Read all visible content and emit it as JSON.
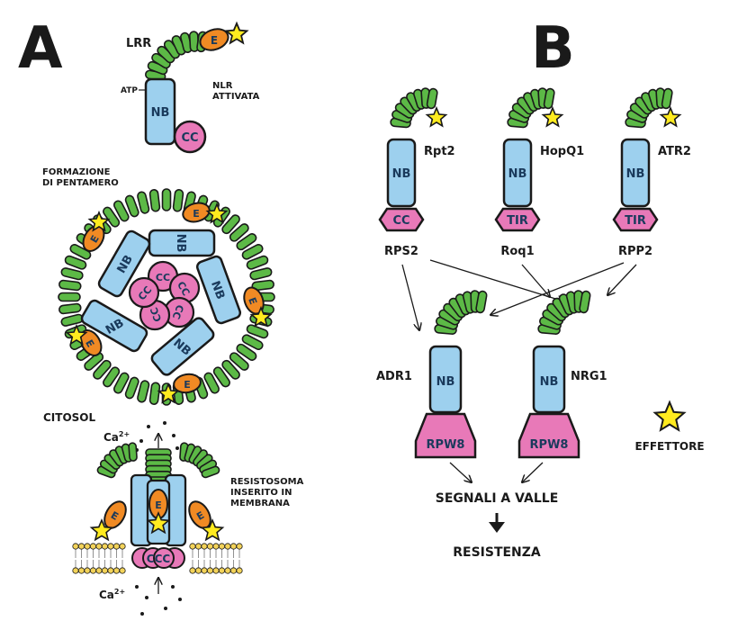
{
  "panels": {
    "a": "A",
    "b": "B"
  },
  "colors": {
    "lrr": "#5cb946",
    "nb": "#9dd0ee",
    "cc": "#e879b8",
    "effector": "#f08a24",
    "star": "#ffeb1f",
    "outline": "#1a1a1a",
    "membrane": "#f3d35a"
  },
  "panel_a": {
    "lrr": "LRR",
    "atp": "ATP",
    "nlr_label": [
      "NLR",
      "ATTIVATA"
    ],
    "nb": "NB",
    "cc": "CC",
    "effector": "E",
    "pentamer_label": [
      "FORMAZIONE",
      "DI PENTAMERO"
    ],
    "citosol": "CITOSOL",
    "calcium": "Ca",
    "calcium_sup": "2+",
    "resistosome_label": [
      "RESISTOSOMA",
      "INSERITO IN",
      "MEMBRANA"
    ],
    "ccc": "CCC"
  },
  "panel_b": {
    "sensors": [
      {
        "pathogen_protein": "Rpt2",
        "domain": "CC",
        "receptor": "RPS2"
      },
      {
        "pathogen_protein": "HopQ1",
        "domain": "TIR",
        "receptor": "Roq1"
      },
      {
        "pathogen_protein": "ATR2",
        "domain": "TIR",
        "receptor": "RPP2"
      }
    ],
    "helpers": [
      {
        "name": "ADR1",
        "domain": "RPW8"
      },
      {
        "name": "NRG1",
        "domain": "RPW8"
      }
    ],
    "nb": "NB",
    "effector_legend": "EFFETTORE",
    "downstream": "SEGNALI A VALLE",
    "result": "RESISTENZA"
  }
}
